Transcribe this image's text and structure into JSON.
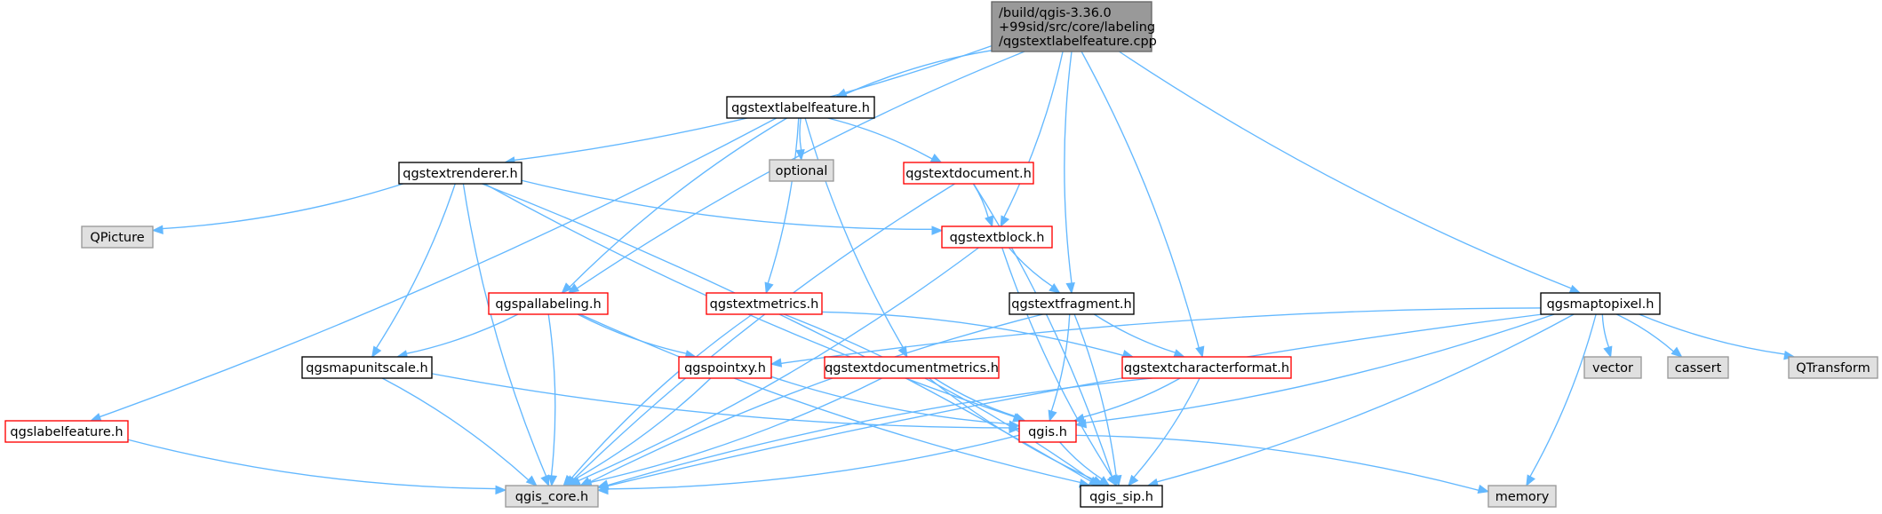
{
  "colors": {
    "edge": "#63b8ff",
    "root_fill": "#999999",
    "root_border": "#666666",
    "documented_border": "#000000",
    "truncated_border": "#ff0000",
    "external_fill": "#e0e0e0",
    "external_border": "#999999",
    "node_fill": "#ffffff"
  },
  "nodes": [
    {
      "id": "root",
      "kind": "root",
      "lines": [
        "/build/qgis-3.36.0",
        "+99sid/src/core/labeling",
        "/qgstextlabelfeature.cpp"
      ]
    },
    {
      "id": "qgstextlabelfeature_h",
      "kind": "documented",
      "lines": [
        "qgstextlabelfeature.h"
      ]
    },
    {
      "id": "qgstextrenderer_h",
      "kind": "documented",
      "lines": [
        "qgstextrenderer.h"
      ]
    },
    {
      "id": "optional",
      "kind": "external",
      "lines": [
        "optional"
      ]
    },
    {
      "id": "qgstextdocument_h",
      "kind": "truncated",
      "lines": [
        "qgstextdocument.h"
      ]
    },
    {
      "id": "QPicture",
      "kind": "external",
      "lines": [
        "QPicture"
      ]
    },
    {
      "id": "qgstextblock_h",
      "kind": "truncated",
      "lines": [
        "qgstextblock.h"
      ]
    },
    {
      "id": "qgspallabeling_h",
      "kind": "truncated",
      "lines": [
        "qgspallabeling.h"
      ]
    },
    {
      "id": "qgstextmetrics_h",
      "kind": "truncated",
      "lines": [
        "qgstextmetrics.h"
      ]
    },
    {
      "id": "qgstextfragment_h",
      "kind": "documented",
      "lines": [
        "qgstextfragment.h"
      ]
    },
    {
      "id": "qgsmaptopixel_h",
      "kind": "documented",
      "lines": [
        "qgsmaptopixel.h"
      ]
    },
    {
      "id": "qgsmapunitscale_h",
      "kind": "documented",
      "lines": [
        "qgsmapunitscale.h"
      ]
    },
    {
      "id": "qgspointxy_h",
      "kind": "truncated",
      "lines": [
        "qgspointxy.h"
      ]
    },
    {
      "id": "qgstextdocumentmetrics_h",
      "kind": "truncated",
      "lines": [
        "qgstextdocumentmetrics.h"
      ]
    },
    {
      "id": "qgstextcharacterformat_h",
      "kind": "truncated",
      "lines": [
        "qgstextcharacterformat.h"
      ]
    },
    {
      "id": "vector",
      "kind": "external",
      "lines": [
        "vector"
      ]
    },
    {
      "id": "cassert",
      "kind": "external",
      "lines": [
        "cassert"
      ]
    },
    {
      "id": "QTransform",
      "kind": "external",
      "lines": [
        "QTransform"
      ]
    },
    {
      "id": "qgslabelfeature_h",
      "kind": "truncated",
      "lines": [
        "qgslabelfeature.h"
      ]
    },
    {
      "id": "qgis_h",
      "kind": "truncated",
      "lines": [
        "qgis.h"
      ]
    },
    {
      "id": "qgis_core_h",
      "kind": "external",
      "lines": [
        "qgis_core.h"
      ]
    },
    {
      "id": "qgis_sip_h",
      "kind": "documented",
      "lines": [
        "qgis_sip.h"
      ]
    },
    {
      "id": "memory",
      "kind": "external",
      "lines": [
        "memory"
      ]
    }
  ],
  "edges": [
    [
      "root",
      "qgstextlabelfeature_h"
    ],
    [
      "root",
      "qgstextrenderer_h"
    ],
    [
      "root",
      "qgspallabeling_h"
    ],
    [
      "root",
      "qgstextblock_h"
    ],
    [
      "root",
      "qgstextfragment_h"
    ],
    [
      "root",
      "qgstextcharacterformat_h"
    ],
    [
      "root",
      "qgsmaptopixel_h"
    ],
    [
      "qgstextlabelfeature_h",
      "qgslabelfeature_h"
    ],
    [
      "qgstextlabelfeature_h",
      "optional"
    ],
    [
      "qgstextlabelfeature_h",
      "qgstextdocument_h"
    ],
    [
      "qgstextlabelfeature_h",
      "qgspallabeling_h"
    ],
    [
      "qgstextlabelfeature_h",
      "qgstextmetrics_h"
    ],
    [
      "qgstextlabelfeature_h",
      "qgstextdocumentmetrics_h"
    ],
    [
      "qgstextrenderer_h",
      "QPicture"
    ],
    [
      "qgstextrenderer_h",
      "qgstextblock_h"
    ],
    [
      "qgstextrenderer_h",
      "qgsmapunitscale_h"
    ],
    [
      "qgstextrenderer_h",
      "qgis_core_h"
    ],
    [
      "qgstextrenderer_h",
      "qgis_sip_h"
    ],
    [
      "qgstextrenderer_h",
      "qgis_h"
    ],
    [
      "qgstextdocument_h",
      "qgstextblock_h"
    ],
    [
      "qgstextdocument_h",
      "qgis_core_h"
    ],
    [
      "qgstextdocument_h",
      "qgis_sip_h"
    ],
    [
      "qgstextblock_h",
      "qgstextfragment_h"
    ],
    [
      "qgstextblock_h",
      "qgis_core_h"
    ],
    [
      "qgstextblock_h",
      "qgis_sip_h"
    ],
    [
      "qgspallabeling_h",
      "qgsmapunitscale_h"
    ],
    [
      "qgspallabeling_h",
      "qgspointxy_h"
    ],
    [
      "qgspallabeling_h",
      "qgis_core_h"
    ],
    [
      "qgspallabeling_h",
      "qgis_sip_h"
    ],
    [
      "qgstextmetrics_h",
      "qgstextcharacterformat_h"
    ],
    [
      "qgstextmetrics_h",
      "qgis_core_h"
    ],
    [
      "qgstextmetrics_h",
      "qgis_sip_h"
    ],
    [
      "qgstextfragment_h",
      "qgstextcharacterformat_h"
    ],
    [
      "qgstextfragment_h",
      "qgis_h"
    ],
    [
      "qgstextfragment_h",
      "qgis_core_h"
    ],
    [
      "qgstextfragment_h",
      "qgis_sip_h"
    ],
    [
      "qgsmaptopixel_h",
      "qgspointxy_h"
    ],
    [
      "qgsmaptopixel_h",
      "qgis_h"
    ],
    [
      "qgsmaptopixel_h",
      "qgis_core_h"
    ],
    [
      "qgsmaptopixel_h",
      "qgis_sip_h"
    ],
    [
      "qgsmaptopixel_h",
      "vector"
    ],
    [
      "qgsmaptopixel_h",
      "cassert"
    ],
    [
      "qgsmaptopixel_h",
      "QTransform"
    ],
    [
      "qgsmaptopixel_h",
      "memory"
    ],
    [
      "qgsmapunitscale_h",
      "qgis_h"
    ],
    [
      "qgsmapunitscale_h",
      "qgis_core_h"
    ],
    [
      "qgspointxy_h",
      "qgis_h"
    ],
    [
      "qgspointxy_h",
      "qgis_core_h"
    ],
    [
      "qgstextdocumentmetrics_h",
      "qgis_h"
    ],
    [
      "qgstextdocumentmetrics_h",
      "qgis_core_h"
    ],
    [
      "qgstextdocumentmetrics_h",
      "qgis_sip_h"
    ],
    [
      "qgstextcharacterformat_h",
      "qgis_h"
    ],
    [
      "qgstextcharacterformat_h",
      "qgis_core_h"
    ],
    [
      "qgstextcharacterformat_h",
      "qgis_sip_h"
    ],
    [
      "qgslabelfeature_h",
      "qgis_core_h"
    ],
    [
      "qgis_h",
      "qgis_core_h"
    ],
    [
      "qgis_h",
      "qgis_sip_h"
    ],
    [
      "qgis_h",
      "memory"
    ]
  ]
}
